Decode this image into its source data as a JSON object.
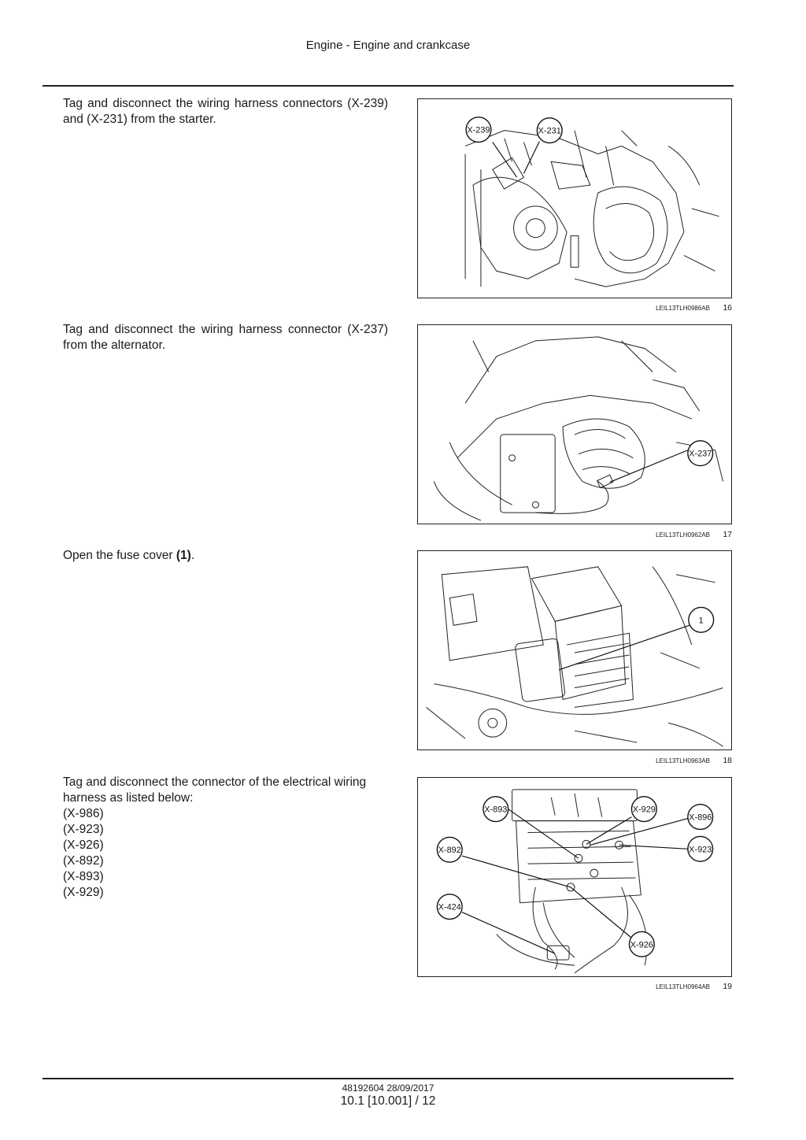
{
  "header": {
    "title": "Engine - Engine and crankcase"
  },
  "steps": [
    {
      "text": "Tag and disconnect the wiring harness connectors (X-239) and (X-231) from the starter.",
      "figure": {
        "code": "LEIL13TLH0986AB",
        "number": "16",
        "callouts": [
          "X-239",
          "X-231"
        ]
      }
    },
    {
      "text": "Tag and disconnect the wiring harness connector (X-237) from the alternator.",
      "figure": {
        "code": "LEIL13TLH0962AB",
        "number": "17",
        "callouts": [
          "X-237"
        ]
      }
    },
    {
      "text_pre": "Open the fuse cover ",
      "text_bold": "(1)",
      "text_post": ".",
      "figure": {
        "code": "LEIL13TLH0963AB",
        "number": "18",
        "callouts": [
          "1"
        ]
      }
    },
    {
      "text": "Tag and disconnect the connector of the electrical wiring harness as listed below:",
      "list": [
        "(X-986)",
        "(X-923)",
        "(X-926)",
        "(X-892)",
        "(X-893)",
        "(X-929)"
      ],
      "figure": {
        "code": "LEIL13TLH0964AB",
        "number": "19",
        "callouts": [
          "X-893",
          "X-929",
          "X-896",
          "X-892",
          "X-923",
          "X-424",
          "X-926"
        ]
      }
    }
  ],
  "footer": {
    "doc_ref": "48192604 28/09/2017",
    "page_ref": "10.1 [10.001] / 12"
  }
}
